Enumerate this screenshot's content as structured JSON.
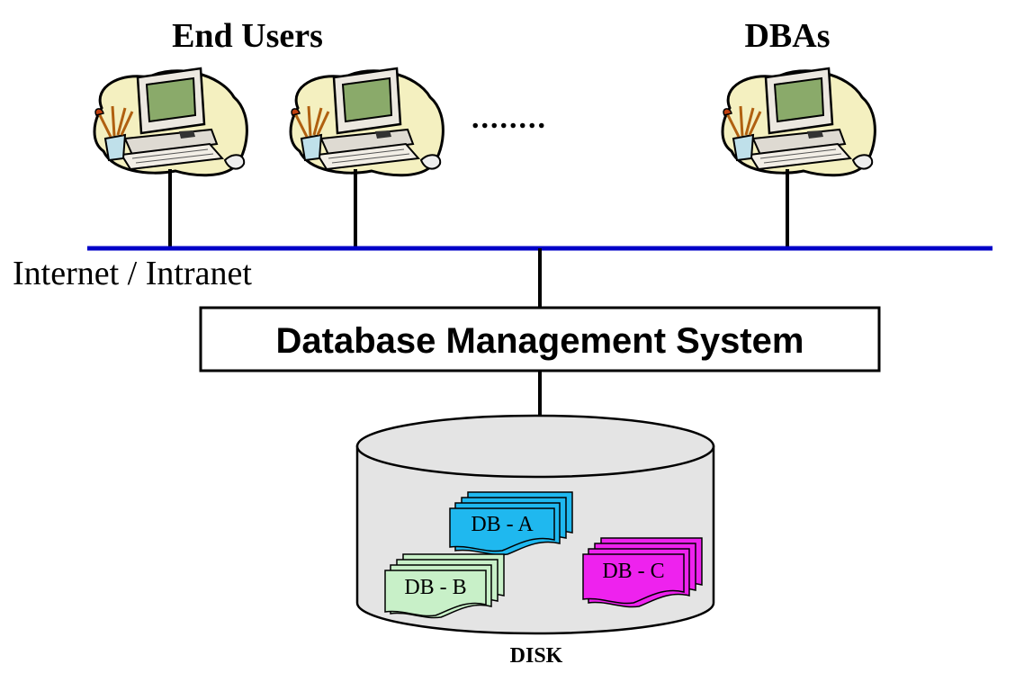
{
  "labels": {
    "end_users": "End Users",
    "dbas": "DBAs",
    "network": "Internet / Intranet",
    "dbms": "Database Management System",
    "disk": "DISK",
    "ellipsis": "........"
  },
  "databases": [
    {
      "label": "DB - A",
      "color": "#1fb8ef"
    },
    {
      "label": "DB - B",
      "color": "#c8f0c8"
    },
    {
      "label": "DB - C",
      "color": "#ee22ee"
    }
  ],
  "colors": {
    "network_line": "#0000c8",
    "computer_blob": "#f4f0c0",
    "monitor_screen": "#8aaa6a",
    "cylinder": "#e4e4e4"
  },
  "icons": {
    "workstation": "computer-workstation-icon"
  }
}
